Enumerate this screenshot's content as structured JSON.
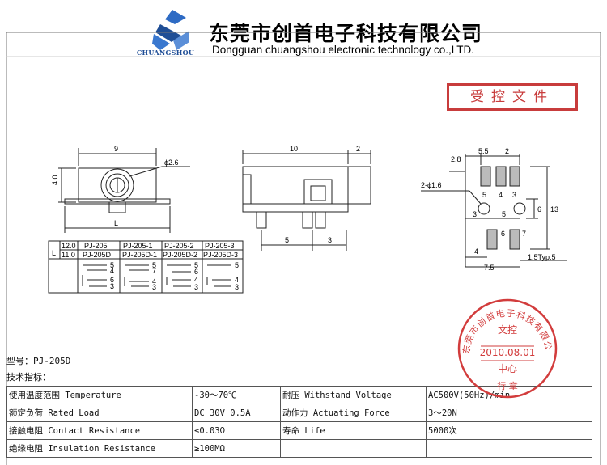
{
  "header": {
    "company_cn": "东莞市创首电子科技有限公司",
    "company_en": "Dongguan chuangshou electronic technology co.,LTD.",
    "logo_text": "CHUANGSHOU",
    "logo_color": "#1f4e96"
  },
  "controlled_doc_stamp": {
    "text": "受控文件",
    "color": "#c83c3c"
  },
  "drawing": {
    "front_view": {
      "dim_width": "9",
      "dim_height": "4.0",
      "dim_hole": "ϕ2.6",
      "label_L": "L"
    },
    "side_view": {
      "dim_length": "10",
      "dim_tail": "2",
      "dim_pin1": "5",
      "dim_pin2": "3"
    },
    "pcb_layout": {
      "dim_top1": "2.8",
      "dim_top2": "5.5",
      "dim_top3": "2",
      "hole_label": "2-ϕ1.6",
      "pad_labels": [
        "5",
        "4",
        "3",
        "6",
        "7"
      ],
      "dim_mid1": "3",
      "dim_mid2": "5",
      "dim_right1": "6",
      "dim_right2": "13",
      "dim_bottom1": "4",
      "dim_bottom2": "7.5",
      "dim_typ": "1.5Typ.5"
    },
    "variant_table": {
      "label_L": "L",
      "rows": [
        [
          "12.0",
          "PJ-205",
          "PJ-205-1",
          "PJ-205-2",
          "PJ-205-3"
        ],
        [
          "11.0",
          "PJ-205D",
          "PJ-205D-1",
          "PJ-205D-2",
          "PJ-205D-3"
        ]
      ],
      "schematic_pins": [
        [
          "5",
          "4",
          "6",
          "3"
        ],
        [
          "5",
          "7",
          "4",
          "3"
        ],
        [
          "5",
          "6",
          "4",
          "3"
        ],
        [
          "5",
          "4",
          "3"
        ]
      ]
    }
  },
  "model_line": "型号：PJ-205D",
  "spec_heading": "技术指标：",
  "spec_table": [
    [
      "使用温度范围 Temperature",
      "-30～70℃",
      "耐压 Withstand Voltage",
      "AC500V(50Hz)/min"
    ],
    [
      "额定负荷 Rated Load",
      "DC 30V 0.5A",
      "动作力 Actuating Force",
      "3～20N"
    ],
    [
      "接触电阻 Contact Resistance",
      "≤0.03Ω",
      "寿命 Life",
      "5000次"
    ],
    [
      "绝缘电阻 Insulation Resistance",
      "≥100MΩ",
      "",
      ""
    ]
  ],
  "official_seal": {
    "ring_text": "东莞市创首电子科技有限公司",
    "top_text": "文控",
    "date": "2010.08.01",
    "center_text": "中心",
    "bottom_text": "行 章",
    "color": "#d23c3c"
  }
}
